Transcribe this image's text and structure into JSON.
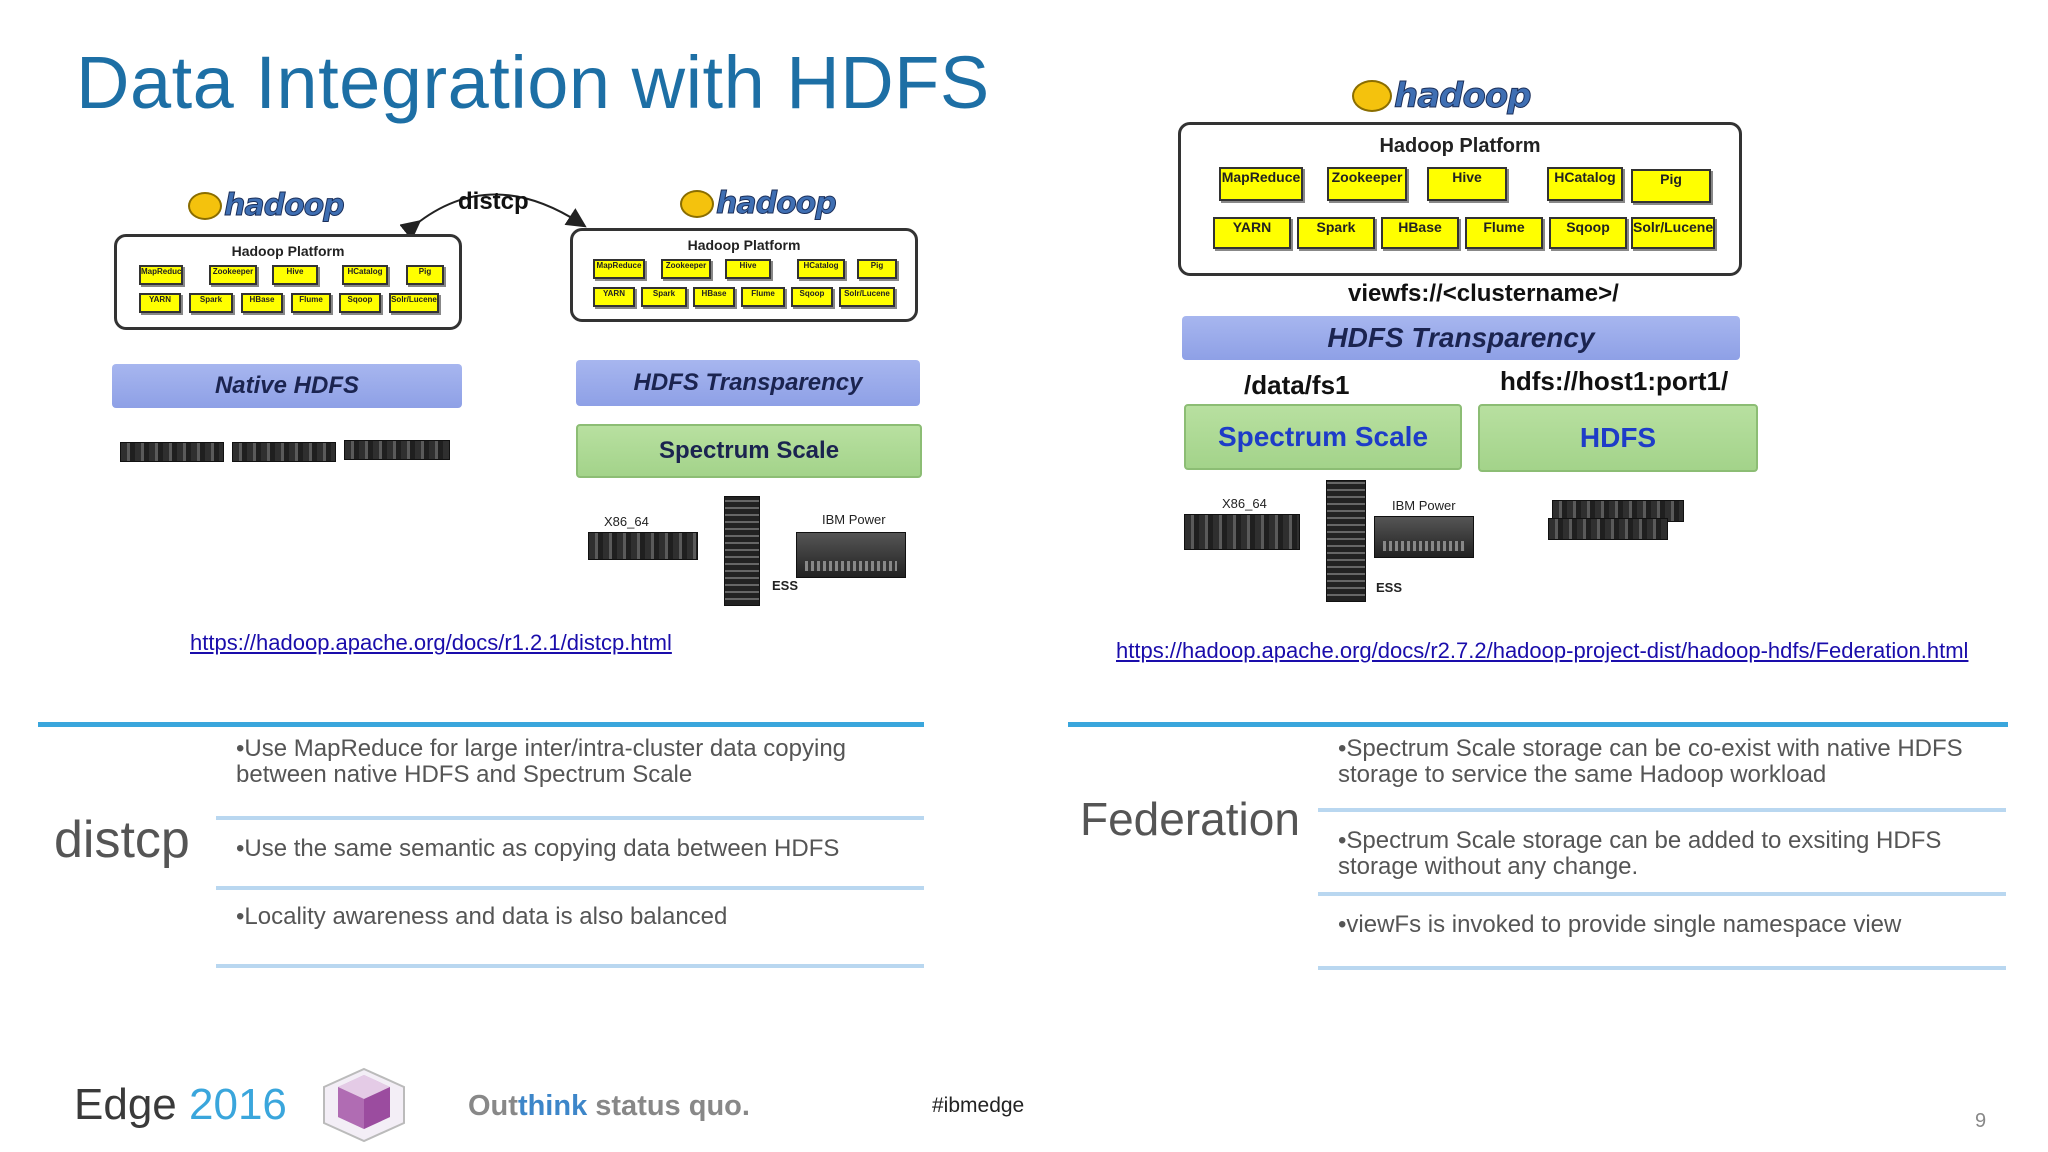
{
  "title": "Data Integration with HDFS",
  "logo_text": "hadoop",
  "left_diagram": {
    "arrow_label": "distcp",
    "platform_title": "Hadoop Platform",
    "chips_row1": [
      "MapReduce",
      "Zookeeper",
      "Hive",
      "HCatalog",
      "Pig"
    ],
    "chips_row2": [
      "YARN",
      "Spark",
      "HBase",
      "Flume",
      "Sqoop",
      "Solr/Lucene"
    ],
    "native_hdfs": "Native HDFS",
    "hdfs_transparency": "HDFS Transparency",
    "spectrum_scale": "Spectrum Scale",
    "x86": "X86_64",
    "ibm_power": "IBM Power",
    "ess": "ESS",
    "link": "https://hadoop.apache.org/docs/r1.2.1/distcp.html"
  },
  "right_diagram": {
    "platform_title": "Hadoop Platform",
    "chips_row1": [
      "MapReduce",
      "Zookeeper",
      "Hive",
      "HCatalog",
      "Pig"
    ],
    "chips_row2": [
      "YARN",
      "Spark",
      "HBase",
      "Flume",
      "Sqoop",
      "Solr/Lucene"
    ],
    "viewfs": "viewfs://<clustername>/",
    "hdfs_transparency": "HDFS Transparency",
    "path_left": "/data/fs1",
    "path_right": "hdfs://host1:port1/",
    "spectrum_scale": "Spectrum Scale",
    "hdfs": "HDFS",
    "x86": "X86_64",
    "ibm_power": "IBM Power",
    "ess": "ESS",
    "link": "https://hadoop.apache.org/docs/r2.7.2/hadoop-project-dist/hadoop-hdfs/Federation.html"
  },
  "distcp_section": {
    "label": "distcp",
    "bullets": [
      "•Use MapReduce for large inter/intra-cluster data copying between native HDFS and Spectrum Scale",
      "•Use the same semantic as copying data between HDFS",
      "•Locality awareness and data is also balanced"
    ]
  },
  "federation_section": {
    "label": "Federation",
    "bullets": [
      "•Spectrum Scale storage can be co-exist with native HDFS storage to service the same Hadoop workload",
      "•Spectrum Scale storage can be added to exsiting HDFS storage without any change.",
      "•viewFs is invoked to provide single namespace view"
    ]
  },
  "footer": {
    "edge": "Edge",
    "year": "2016",
    "tagline_out": "Out",
    "tagline_think": "think",
    "tagline_rest": " status quo.",
    "hashtag": "#ibmedge",
    "page": "9"
  },
  "colors": {
    "title": "#1d6fa5",
    "accent_rule": "#3aa6dc",
    "chip": "#ffff00",
    "bar_blue": "#98a8ea",
    "bar_green": "#a8d68f"
  }
}
